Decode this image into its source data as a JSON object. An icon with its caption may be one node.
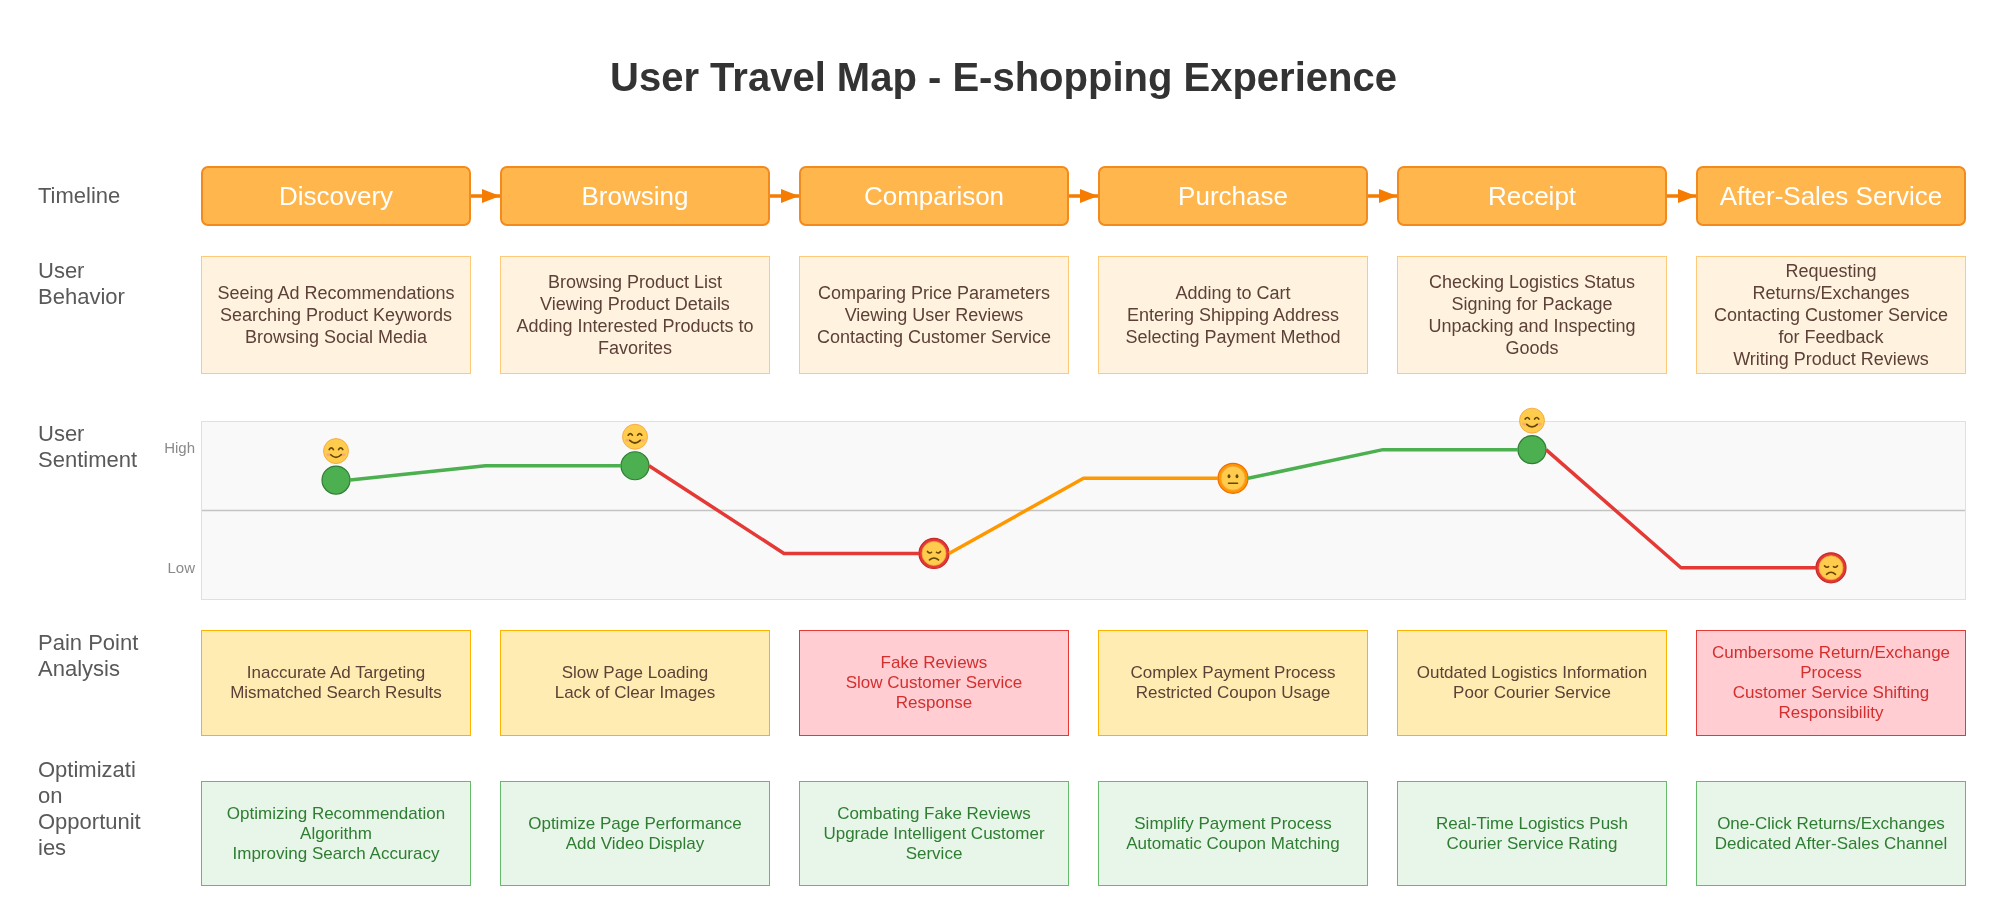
{
  "diagram": {
    "title": "User Travel Map - E-shopping Experience",
    "nodes": [
      {
        "text": [
          "Discovery"
        ]
      },
      {
        "text": [
          "Browsing"
        ]
      },
      {
        "text": [
          "Comparison"
        ]
      },
      {
        "text": [
          "Purchase"
        ]
      },
      {
        "text": [
          "Receipt"
        ]
      },
      {
        "text": [
          "After-Sales Service"
        ]
      },
      {
        "text": [
          "Seeing Ad Recommendations",
          "Searching Product Keywords",
          "Browsing Social Media"
        ]
      },
      {
        "text": [
          "Browsing Product List",
          "Viewing Product Details",
          "Adding Interested Products to Favorites"
        ]
      },
      {
        "text": [
          "Comparing Price Parameters",
          "Viewing User Reviews",
          "Contacting Customer Service"
        ]
      },
      {
        "text": [
          "Adding to Cart",
          "Entering Shipping Address",
          "Selecting Payment Method"
        ]
      },
      {
        "text": [
          "Checking Logistics Status",
          "Signing for Package",
          "Unpacking and Inspecting Goods"
        ]
      },
      {
        "text": [
          "Requesting Returns/Exchanges",
          "Contacting Customer Service for Feedback",
          "Writing Product Reviews"
        ]
      },
      {
        "text": [],
        "shape": "circle"
      },
      {
        "text": [],
        "shape": "circle"
      },
      {
        "text": [],
        "shape": "circle"
      },
      {
        "text": [],
        "shape": "circle"
      },
      {
        "text": [],
        "shape": "circle"
      },
      {
        "text": [],
        "shape": "circle"
      },
      {
        "text": [
          "Inaccurate Ad Targeting",
          "Mismatched Search Results"
        ]
      },
      {
        "text": [
          "Slow Page Loading",
          "Lack of Clear Images"
        ]
      },
      {
        "text": [
          "Fake Reviews",
          "Slow Customer Service Response"
        ]
      },
      {
        "text": [
          "Complex Payment Process",
          "Restricted Coupon Usage"
        ]
      },
      {
        "text": [
          "Outdated Logistics Information",
          "Poor Courier Service"
        ]
      },
      {
        "text": [
          "Cumbersome Return/Exchange Process",
          "Customer Service Shifting Responsibility"
        ]
      },
      {
        "text": [
          "Optimizing Recommendation Algorithm",
          "Improving Search Accuracy"
        ]
      },
      {
        "text": [
          "Optimize Page Performance",
          "Add Video Display"
        ]
      },
      {
        "text": [
          "Combating Fake Reviews",
          "Upgrade Intelligent Customer Service"
        ]
      },
      {
        "text": [
          "Simplify Payment Process",
          "Automatic Coupon Matching"
        ]
      },
      {
        "text": [
          "Real-Time Logistics Push",
          "Courier Service Rating"
        ]
      },
      {
        "text": [
          "One-Click Returns/Exchanges",
          "Dedicated After-Sales Channel"
        ]
      }
    ],
    "edges": [
      {
        "from": 0,
        "to": 1,
        "arrow": "to"
      },
      {
        "from": 1,
        "to": 2,
        "arrow": "to"
      },
      {
        "from": 2,
        "to": 3,
        "arrow": "to"
      },
      {
        "from": 3,
        "to": 4,
        "arrow": "to"
      },
      {
        "from": 4,
        "to": 5,
        "arrow": "to"
      },
      {
        "from": 12,
        "to": 13,
        "arrow": "none",
        "color": "#4caf50"
      },
      {
        "from": 13,
        "to": 14,
        "arrow": "none",
        "color": "#e53935"
      },
      {
        "from": 14,
        "to": 15,
        "arrow": "none",
        "color": "#ff9800"
      },
      {
        "from": 15,
        "to": 16,
        "arrow": "none",
        "color": "#4caf50"
      },
      {
        "from": 16,
        "to": 17,
        "arrow": "none",
        "color": "#e53935"
      }
    ],
    "labels": [
      "Timeline",
      "User Behavior",
      "User Sentiment",
      "High",
      "Low",
      "Pain Point Analysis",
      "Optimization Opportunities"
    ]
  }
}
